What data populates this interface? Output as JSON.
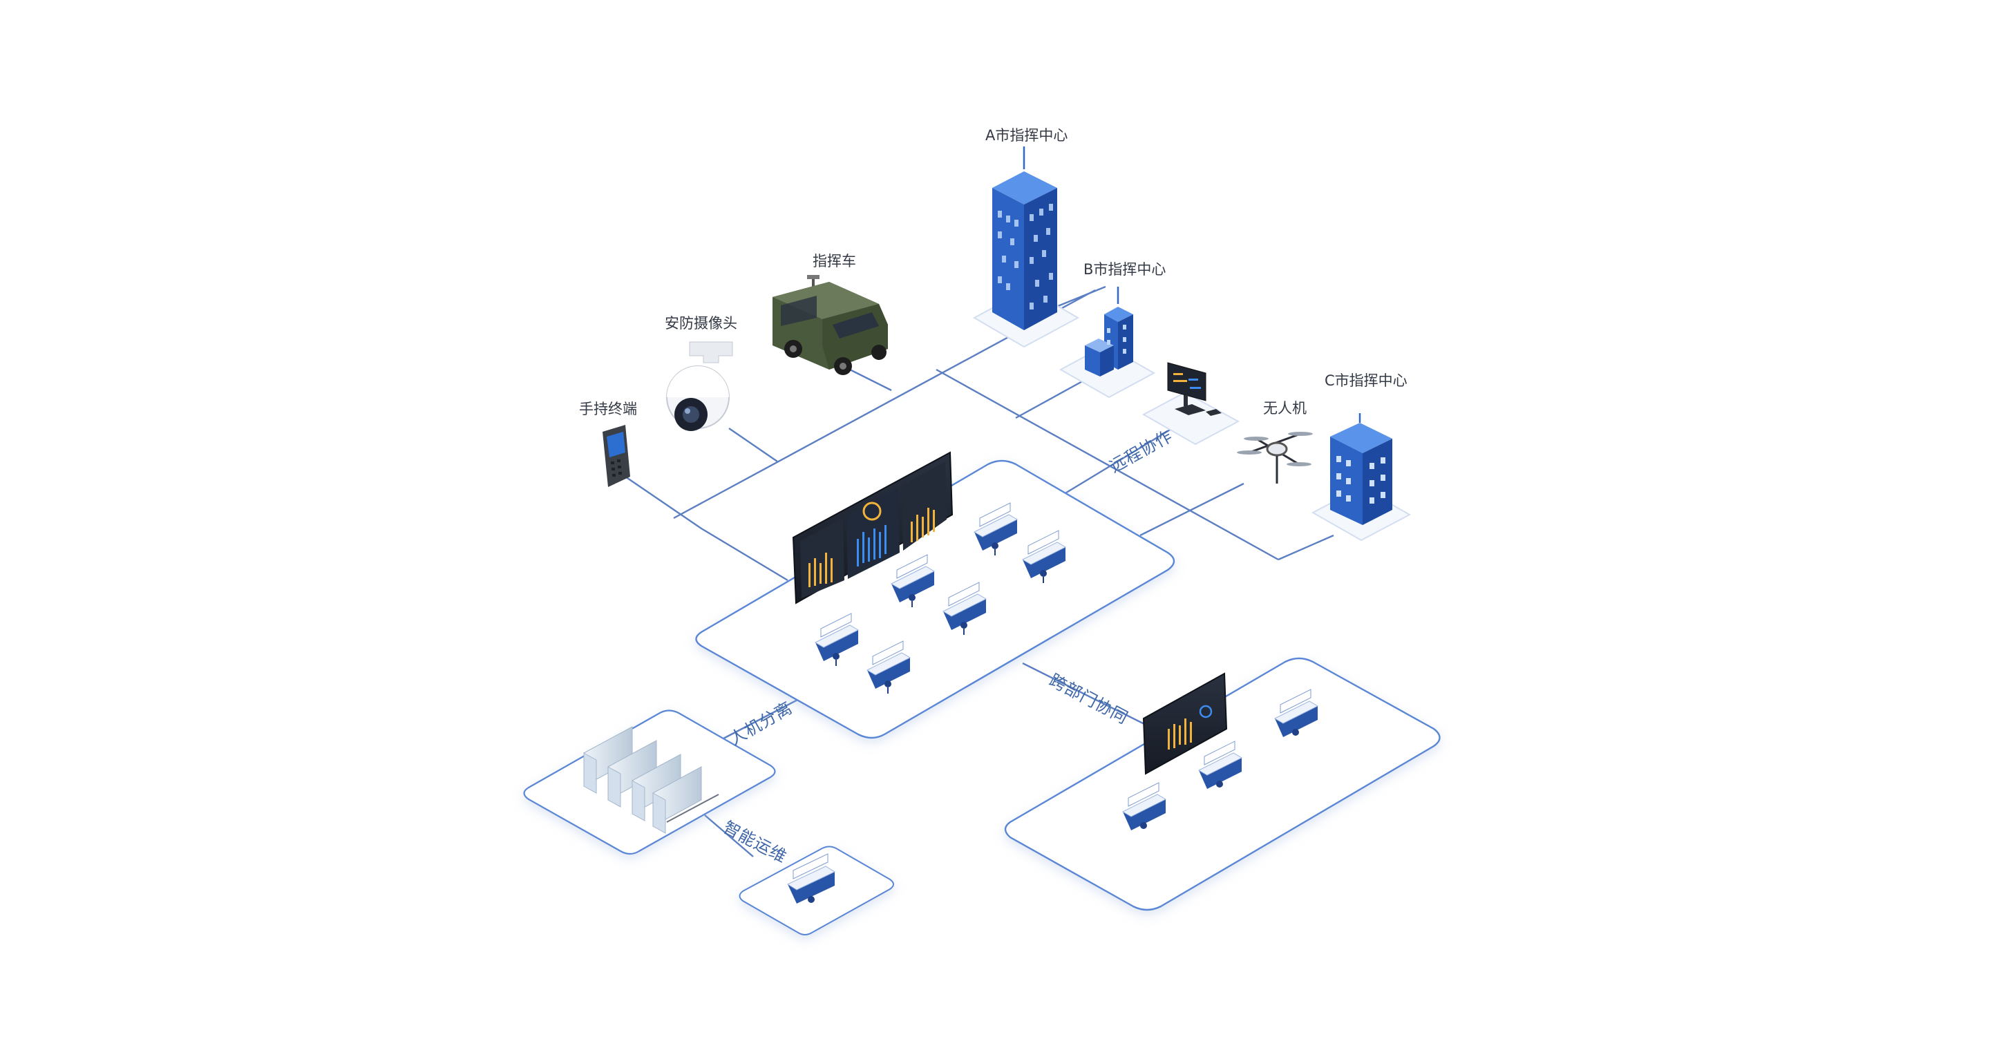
{
  "nodes": {
    "city_a": "A市指挥中心",
    "city_b": "B市指挥中心",
    "city_c": "C市指挥中心",
    "command_vehicle": "指挥车",
    "security_camera": "安防摄像头",
    "handheld_terminal": "手持终端",
    "drone": "无人机"
  },
  "links": {
    "remote_collab": "远程协作",
    "human_machine": "人机分离",
    "cross_dept": "跨部门协同",
    "smart_ops": "智能运维"
  },
  "colors": {
    "line": "#5b7fc2",
    "platform_stroke": "#5a86d6",
    "building_blue": "#2f68c8",
    "screen_dark": "#1f2530",
    "vehicle_green": "#4a5a3c"
  }
}
